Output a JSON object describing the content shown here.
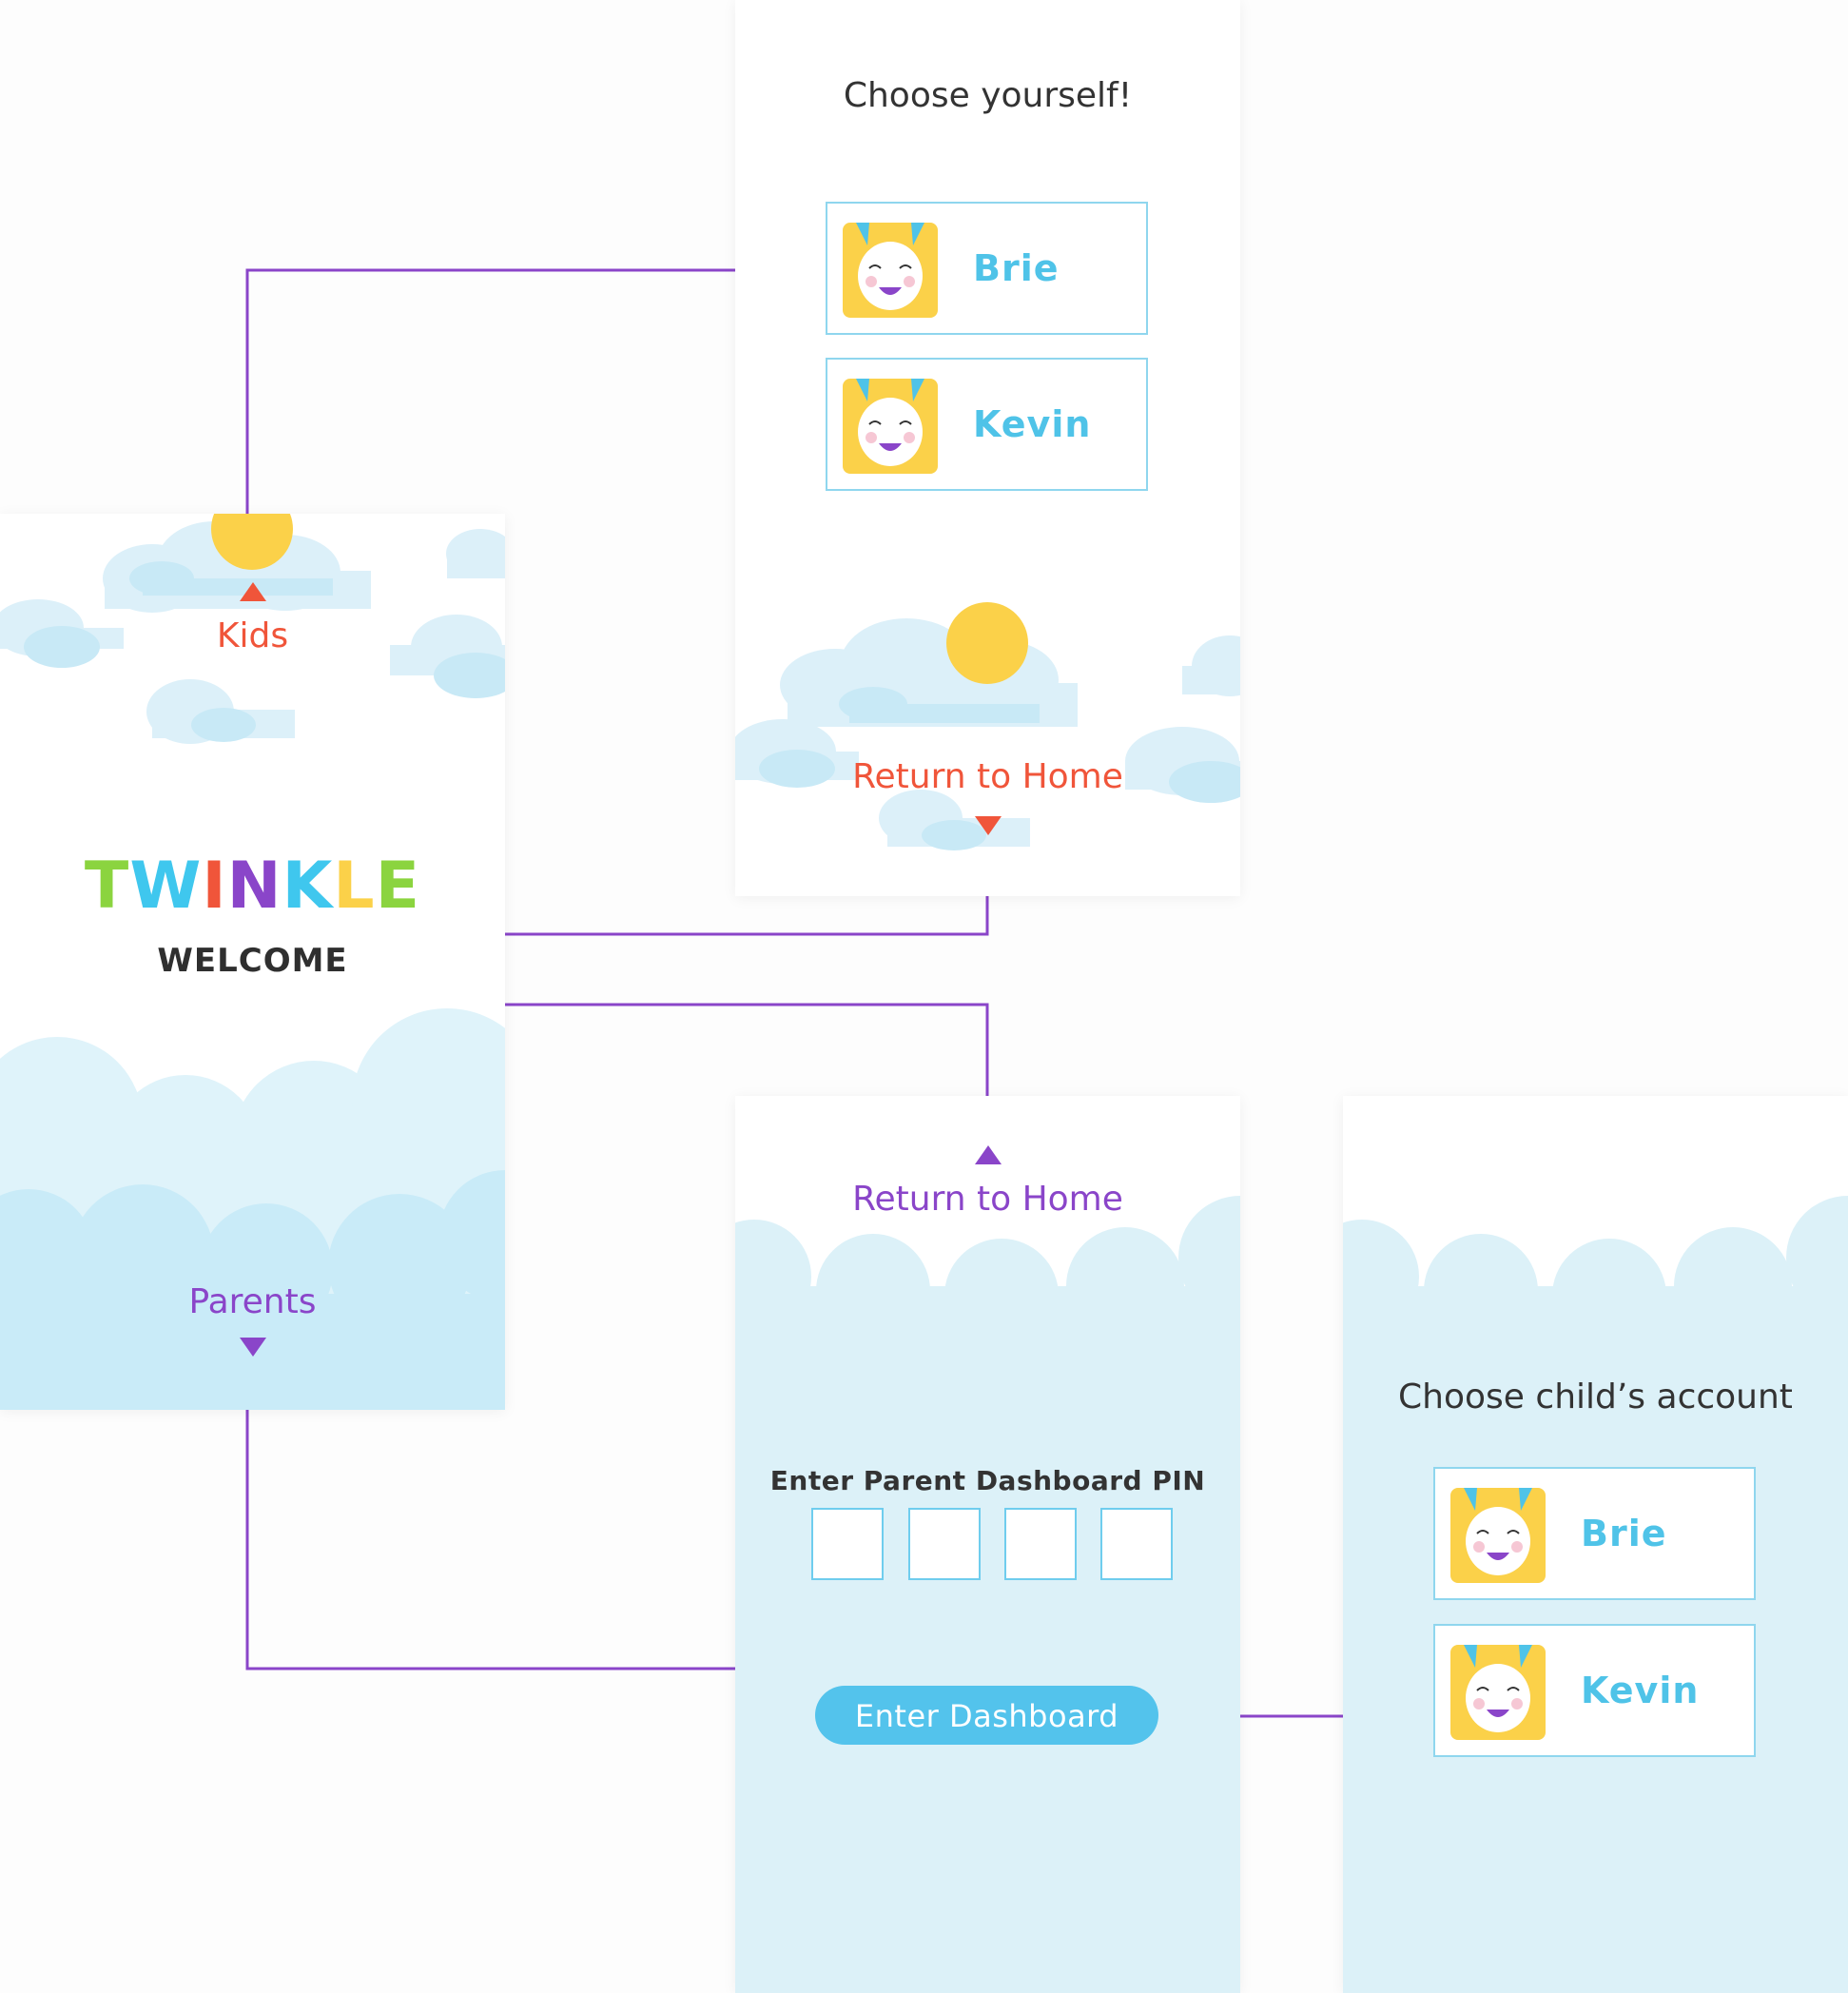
{
  "welcome": {
    "logo_letters": [
      {
        "char": "T",
        "color": "#8bd43f"
      },
      {
        "char": "W",
        "color": "#3fc7ee"
      },
      {
        "char": "I",
        "color": "#f0553a"
      },
      {
        "char": "N",
        "color": "#8a45c9"
      },
      {
        "char": "K",
        "color": "#3fc7ee"
      },
      {
        "char": "L",
        "color": "#fbd149"
      },
      {
        "char": "E",
        "color": "#8bd43f"
      }
    ],
    "welcome_text": "WELCOME",
    "kids_label": "Kids",
    "parents_label": "Parents"
  },
  "kids_screen": {
    "title": "Choose yourself!",
    "profiles": [
      {
        "name": "Brie"
      },
      {
        "name": "Kevin"
      }
    ],
    "return_label": "Return to Home"
  },
  "pin_screen": {
    "return_label": "Return to Home",
    "pin_label": "Enter Parent Dashboard PIN",
    "pin_digits": [
      "",
      "",
      "",
      ""
    ],
    "enter_button": "Enter Dashboard"
  },
  "accounts_screen": {
    "title": "Choose child’s account",
    "profiles": [
      {
        "name": "Brie"
      },
      {
        "name": "Kevin"
      }
    ]
  },
  "colors": {
    "kids_accent": "#f0553a",
    "parents_accent": "#8a45c9",
    "sky_blue": "#d9f0f8",
    "sun": "#fbd149",
    "connector": "#8a45c9"
  }
}
